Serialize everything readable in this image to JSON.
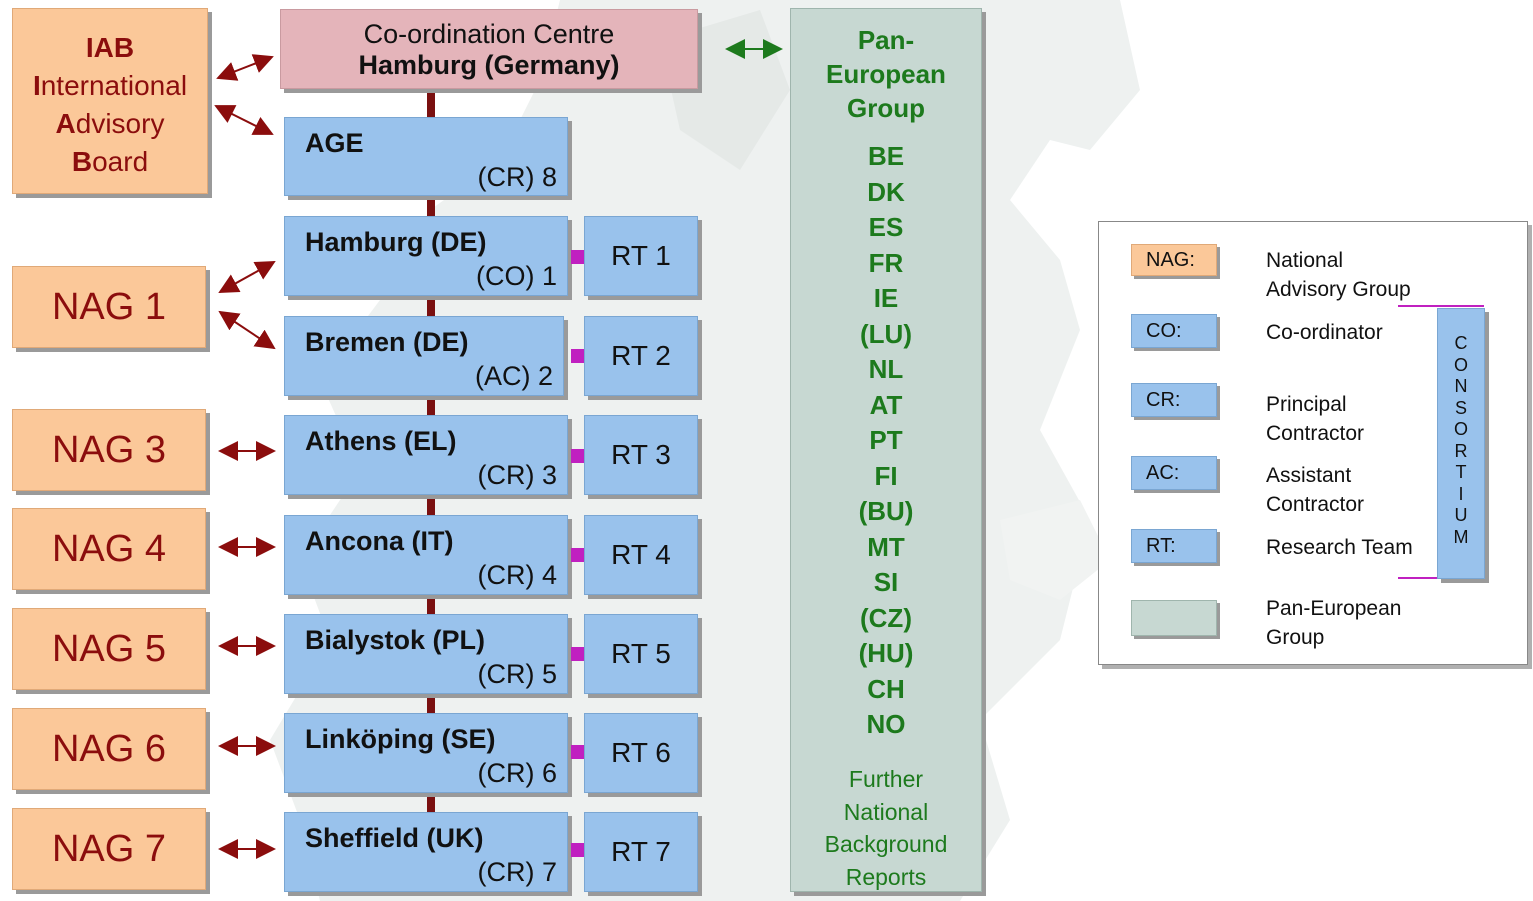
{
  "centre": {
    "line1": "Co-ordination Centre",
    "line2": "Hamburg (Germany)"
  },
  "iab": {
    "title": "IAB",
    "lines": [
      {
        "initial": "I",
        "rest": "nternational"
      },
      {
        "initial": "A",
        "rest": "dvisory"
      },
      {
        "initial": "B",
        "rest": "oard"
      }
    ]
  },
  "age": {
    "name": "AGE",
    "code": "(CR) 8"
  },
  "partners": [
    {
      "name": "Hamburg (DE)",
      "code": "(CO)  1",
      "rt": "RT 1"
    },
    {
      "name": "Bremen (DE)",
      "code": "(AC)  2",
      "rt": "RT 2"
    },
    {
      "name": "Athens (EL)",
      "code": "(CR)  3",
      "rt": "RT 3"
    },
    {
      "name": "Ancona (IT)",
      "code": "(CR)  4",
      "rt": "RT 4"
    },
    {
      "name": "Bialystok (PL)",
      "code": "(CR)  5",
      "rt": "RT 5"
    },
    {
      "name": "Linköping (SE)",
      "code": "(CR)  6",
      "rt": "RT 6"
    },
    {
      "name": "Sheffield (UK)",
      "code": "(CR)  7",
      "rt": "RT 7"
    }
  ],
  "nags": [
    "NAG 1",
    "NAG 3",
    "NAG 4",
    "NAG 5",
    "NAG 6",
    "NAG 7"
  ],
  "pan_european": {
    "title_lines": [
      "Pan-",
      "European",
      "Group"
    ],
    "countries": [
      "BE",
      "DK",
      "ES",
      "FR",
      "IE",
      "(LU)",
      "NL",
      "AT",
      "PT",
      "FI",
      "(BU)",
      "MT",
      "SI",
      "(CZ)",
      "(HU)",
      "CH",
      "NO"
    ],
    "footer_lines": [
      "Further",
      "National",
      "Background",
      "Reports"
    ]
  },
  "legend": {
    "items": [
      {
        "key": "NAG:",
        "desc": [
          "National",
          "Advisory Group"
        ],
        "color": "#fbc899"
      },
      {
        "key": "CO:",
        "desc": [
          "Co-ordinator"
        ],
        "color": "#99c2ec"
      },
      {
        "key": "CR:",
        "desc": [
          "Principal",
          "Contractor"
        ],
        "color": "#99c2ec"
      },
      {
        "key": "AC:",
        "desc": [
          "Assistant",
          "Contractor"
        ],
        "color": "#99c2ec"
      },
      {
        "key": "RT:",
        "desc": [
          "Research Team"
        ],
        "color": "#99c2ec"
      },
      {
        "key": "",
        "desc": [
          "Pan-European",
          "Group"
        ],
        "color": "#c7d8d2"
      }
    ],
    "consortium_letters": [
      "C",
      "O",
      "N",
      "S",
      "O",
      "R",
      "T",
      "I",
      "U",
      "M"
    ]
  },
  "colors": {
    "partner_blue": "#99c2ec",
    "nag_orange": "#fbc899",
    "centre_pink": "#e4b4ba",
    "pan_green_bg": "#c7d8d2",
    "pan_green_text": "#1d7a1d",
    "arrow_darkred": "#8b0d0d",
    "connector_magenta": "#c020c0"
  }
}
